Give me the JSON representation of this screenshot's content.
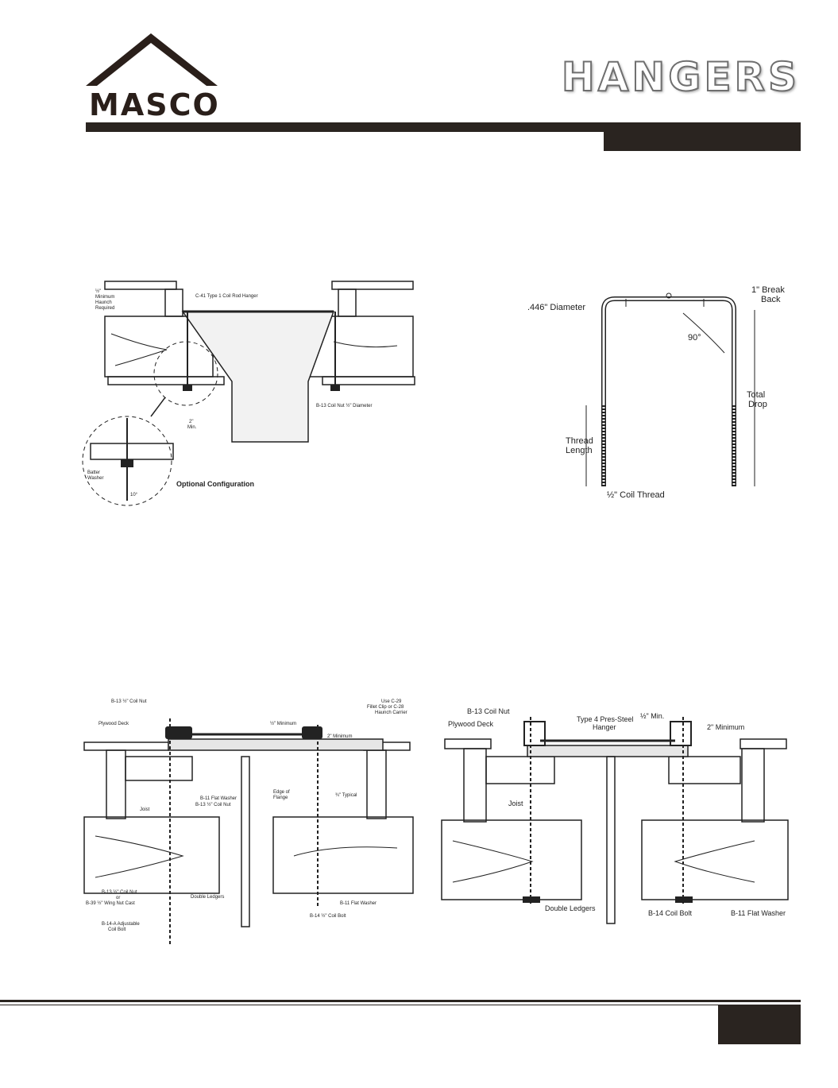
{
  "brand": {
    "name": "MASCO"
  },
  "header": {
    "title": "HANGERS"
  },
  "diagram1": {
    "haunch_note_1": "½\"",
    "haunch_note_2": "Minimum",
    "haunch_note_3": "Haunch",
    "haunch_note_4": "Required",
    "hanger": "C-41 Type 1 Coil Rod Hanger",
    "nut": "B-13 Coil Nut ½\" Diameter",
    "min_1": "2\"",
    "min_2": "Min.",
    "washer_1": "Batter",
    "washer_2": "Washer",
    "angle": "10°",
    "optional": "Optional Configuration"
  },
  "diagram2": {
    "break_1": "1\" Break",
    "break_2": "Back",
    "diameter": ".446\" Diameter",
    "angle": "90°",
    "drop_1": "Total",
    "drop_2": "Drop",
    "thread_1": "Thread",
    "thread_2": "Length",
    "coil": "½\" Coil Thread"
  },
  "diagram3": {
    "coil_nut": "B-13 ½\" Coil Nut",
    "plywood": "Plywood Deck",
    "min_half": "½\" Minimum",
    "min_two": "2\" Minimum",
    "clip_1": "Use C-29",
    "clip_2": "Fillet Clip or C-28",
    "clip_3": "Haunch Carrier",
    "flat_washer": "B-11 Flat Washer",
    "coil_nut2": "B-13 ½\" Coil Nut",
    "joist": "Joist",
    "edge_1": "Edge of",
    "edge_2": "Flange",
    "typical": "¾\" Typical",
    "nut_or_1": "B-13 ½\" Coil Nut",
    "nut_or_2": "or",
    "nut_or_3": "B-39 ½\" Wing Nut Cast",
    "ledgers": "Double Ledgers",
    "flat_washer2": "B-11 Flat Washer",
    "adj_1": "B-14-A Adjustable",
    "adj_2": "Coil Bolt",
    "coil_bolt": "B-14 ½\" Coil Bolt"
  },
  "diagram4": {
    "coil_nut": "B-13 Coil Nut",
    "plywood": "Plywood Deck",
    "type4_1": "Type 4 Pres-Steel",
    "type4_2": "Hanger",
    "min_half": "½\" Min.",
    "min_two": "2\" Minimum",
    "joist": "Joist",
    "ledgers": "Double Ledgers",
    "coil_bolt": "B-14 Coil Bolt",
    "flat_washer": "B-11 Flat Washer"
  }
}
